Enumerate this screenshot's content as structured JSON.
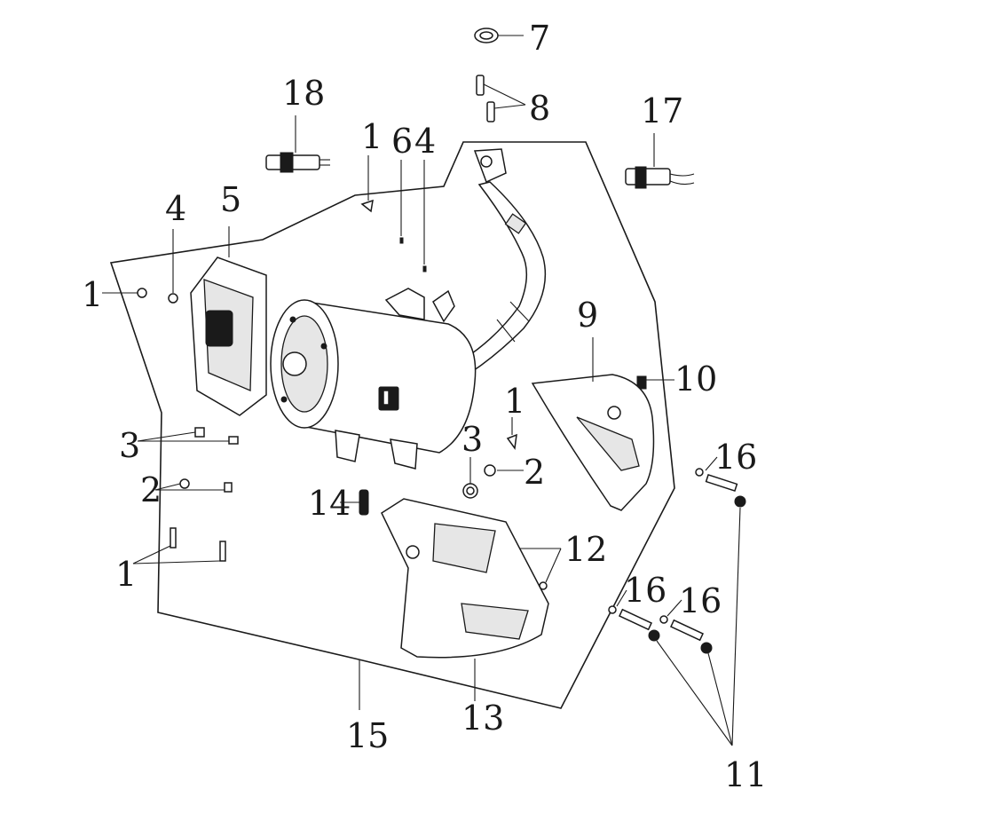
{
  "diagram": {
    "callouts": {
      "c1_top": "1",
      "c1_left": "1",
      "c1_mid": "1",
      "c1_bottom": "1",
      "c2_left": "2",
      "c2_right": "2",
      "c3_left": "3",
      "c3_mid": "3",
      "c4_left": "4",
      "c4_mid": "4",
      "c5": "5",
      "c6": "6",
      "c7": "7",
      "c8": "8",
      "c9": "9",
      "c10": "10",
      "c11": "11",
      "c12": "12",
      "c13": "13",
      "c14": "14",
      "c15": "15",
      "c16_top": "16",
      "c16_left": "16",
      "c16_right": "16",
      "c17": "17",
      "c18": "18"
    }
  }
}
